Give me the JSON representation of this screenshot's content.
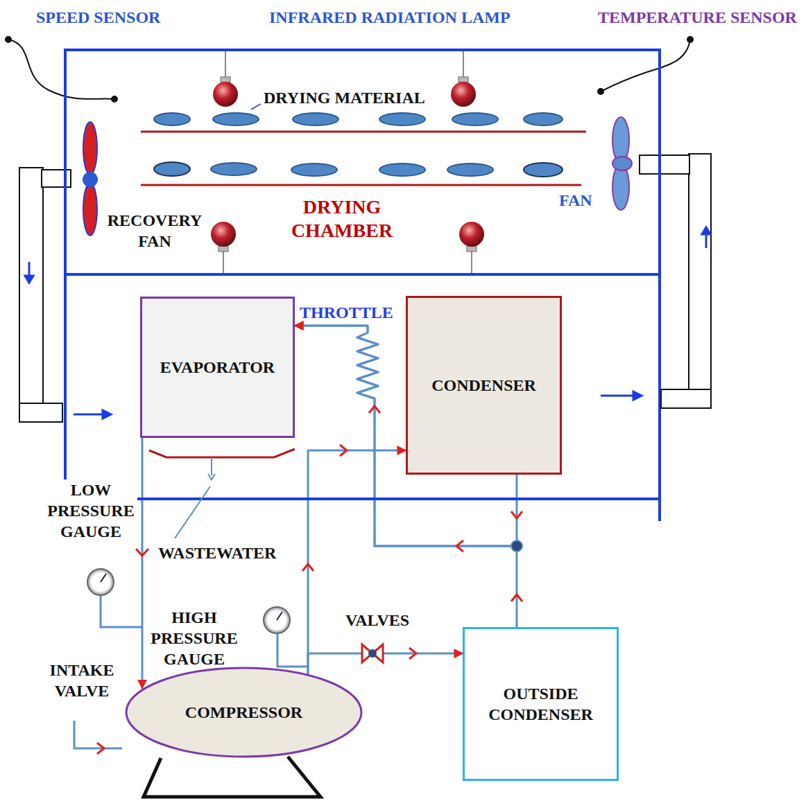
{
  "diagram": {
    "nodes": [
      {
        "text": [
          "DRYING CHAMBER"
        ]
      },
      {
        "text": [
          "EVAPORATOR"
        ]
      },
      {
        "text": [
          "CONDENSER"
        ]
      },
      {
        "text": [
          "COMPRESSOR"
        ]
      },
      {
        "text": [
          "OUTSIDE CONDENSER"
        ]
      }
    ],
    "edges": [
      {
        "from": 1,
        "to": 3,
        "arrow": "to"
      },
      {
        "from": 3,
        "to": 2,
        "arrow": "to"
      },
      {
        "from": 3,
        "to": 4,
        "arrow": "to"
      },
      {
        "from": 2,
        "to": 1,
        "arrow": "to"
      },
      {
        "from": 4,
        "to": 1,
        "arrow": "to"
      }
    ],
    "labels": [
      "SPEED SENSOR",
      "INFRARED RADIATION LAMP",
      "TEMPERATURE SENSOR",
      "DRYING MATERIAL",
      "RECOVERY FAN",
      "FAN",
      "THROTTLE",
      "LOW PRESSURE GAUGE",
      "WASTEWATER",
      "HIGH PRESSURE GAUGE",
      "INTAKE VALVE",
      "VALVES"
    ]
  }
}
